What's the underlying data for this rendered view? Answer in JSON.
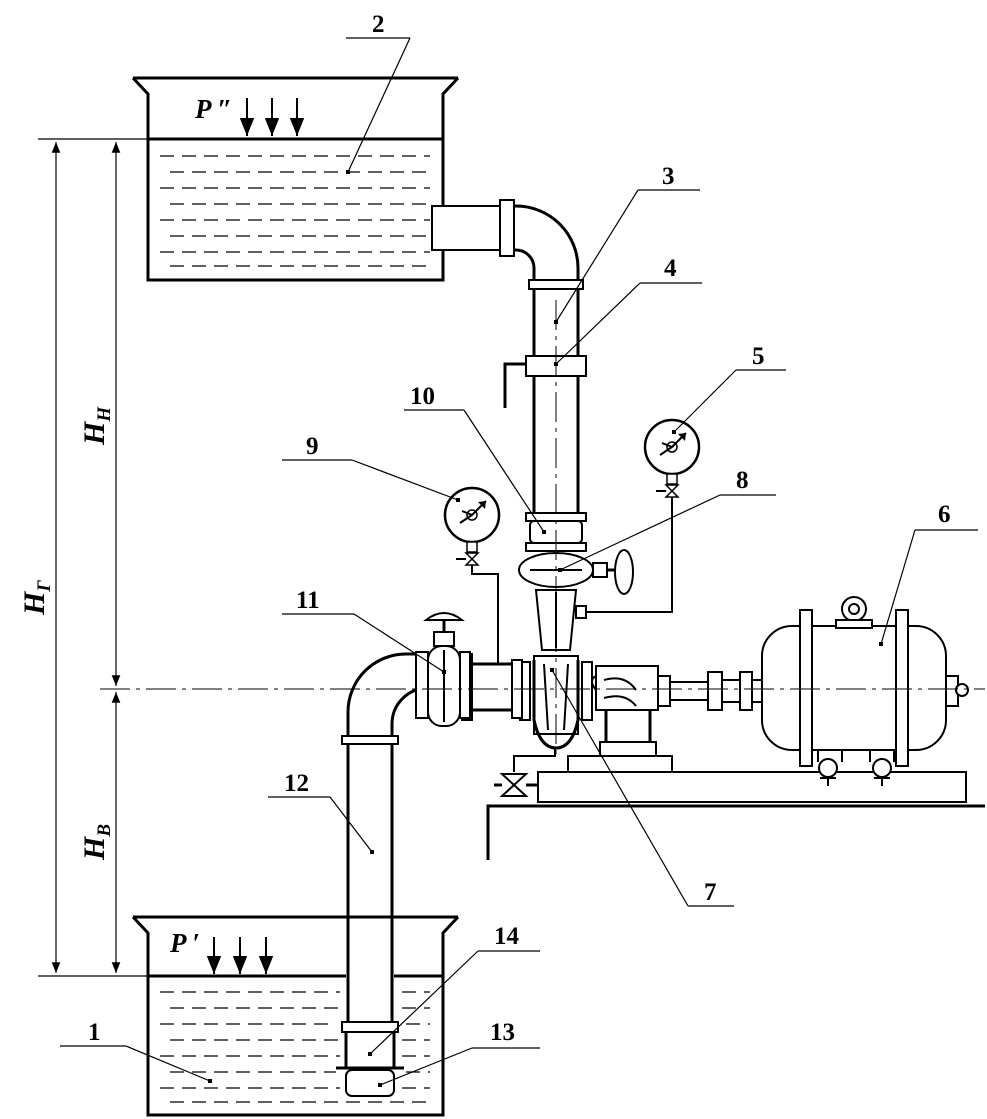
{
  "pressures": {
    "upper": "P ″",
    "lower": "P ′"
  },
  "dimensions": {
    "geodetic": {
      "main": "H",
      "sub": "Г"
    },
    "discharge": {
      "main": "H",
      "sub": "Н"
    },
    "suction": {
      "main": "H",
      "sub": "В"
    }
  },
  "callouts": [
    {
      "num": "1",
      "part": "lower-reservoir"
    },
    {
      "num": "2",
      "part": "upper-reservoir"
    },
    {
      "num": "3",
      "part": "discharge-pipe"
    },
    {
      "num": "4",
      "part": "flow-meter-ring"
    },
    {
      "num": "5",
      "part": "discharge-pressure-gauge"
    },
    {
      "num": "6",
      "part": "electric-motor"
    },
    {
      "num": "7",
      "part": "centrifugal-pump"
    },
    {
      "num": "8",
      "part": "discharge-valve"
    },
    {
      "num": "9",
      "part": "suction-vacuum-gauge"
    },
    {
      "num": "10",
      "part": "pipe-coupling"
    },
    {
      "num": "11",
      "part": "suction-valve"
    },
    {
      "num": "12",
      "part": "suction-pipe"
    },
    {
      "num": "13",
      "part": "strainer"
    },
    {
      "num": "14",
      "part": "foot-valve"
    }
  ]
}
